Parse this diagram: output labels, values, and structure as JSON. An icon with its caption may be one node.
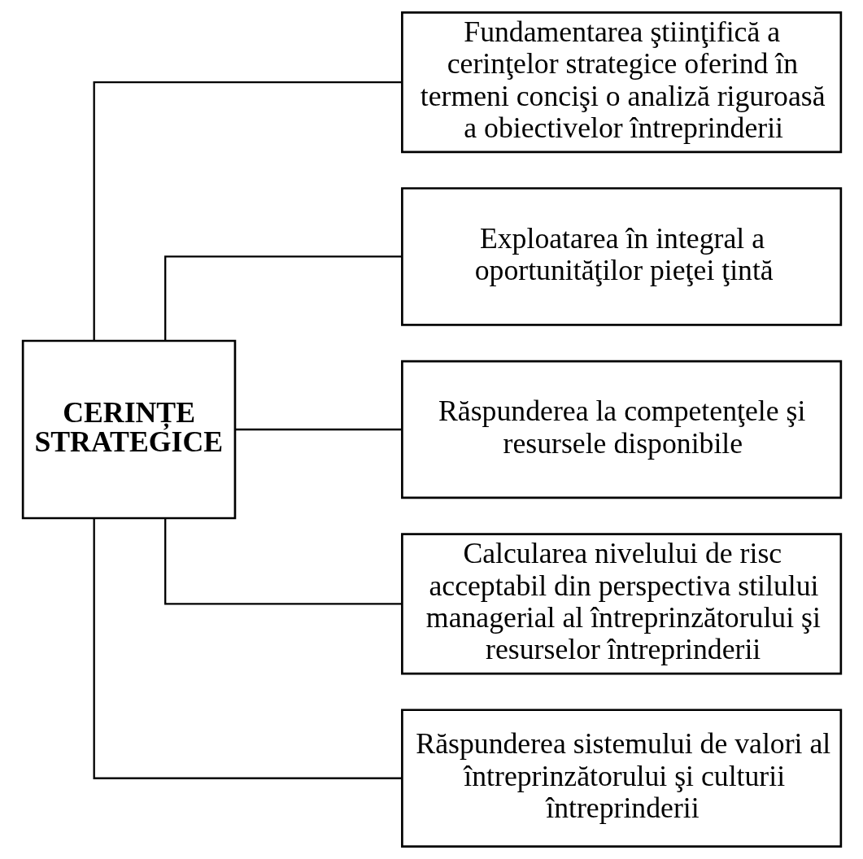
{
  "diagram": {
    "nodes": [
      {
        "text": [
          "CERINȚE STRATEGICE"
        ]
      },
      {
        "text": [
          "Fundamentarea ştiinţifică a cerinţelor strategice oferind în termeni concişi o analiză riguroasă a obiectivelor întreprinderii"
        ]
      },
      {
        "text": [
          "Exploatarea în integral a oportunităţilor pieţei ţintă"
        ]
      },
      {
        "text": [
          "Răspunderea la competenţele şi resursele disponibile"
        ]
      },
      {
        "text": [
          "Calcularea nivelului de risc acceptabil din perspectiva stilului managerial al întreprinzătorului şi resurselor întreprinderii"
        ]
      },
      {
        "text": [
          "Răspunderea sistemului de valori al întreprinzătorului şi culturii întreprinderii"
        ]
      }
    ],
    "edges": [
      {
        "from": 0,
        "to": 1,
        "arrow": "none"
      },
      {
        "from": 0,
        "to": 2,
        "arrow": "none"
      },
      {
        "from": 0,
        "to": 3,
        "arrow": "none"
      },
      {
        "from": 0,
        "to": 4,
        "arrow": "none"
      },
      {
        "from": 0,
        "to": 5,
        "arrow": "none"
      }
    ]
  }
}
